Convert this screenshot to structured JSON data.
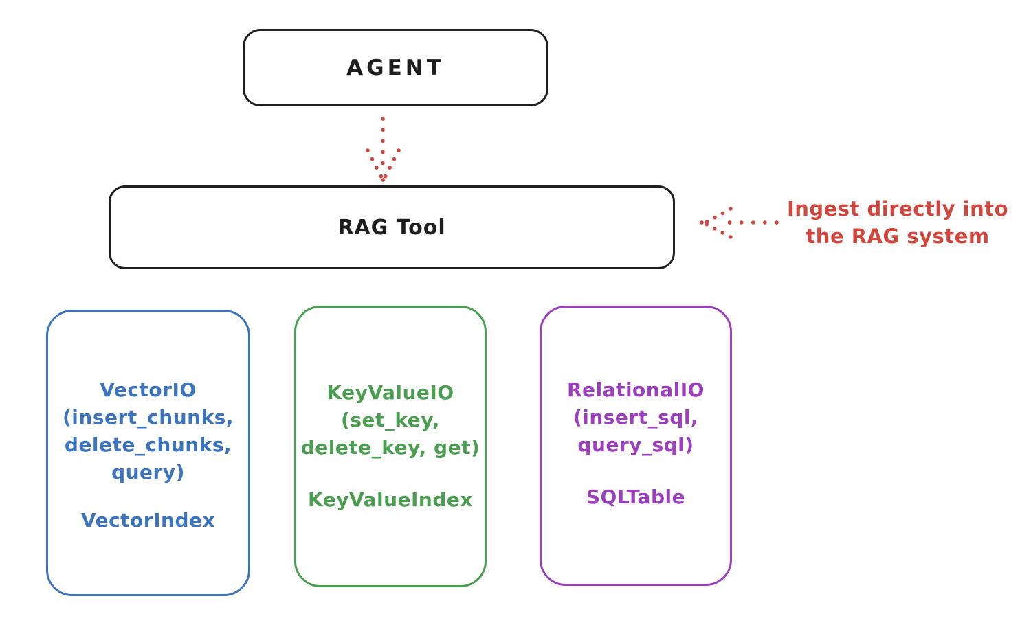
{
  "agent": {
    "label": "AGENT"
  },
  "rag_tool": {
    "label": "RAG Tool"
  },
  "annotation": {
    "line1": "Ingest directly into",
    "line2": "the RAG system"
  },
  "arrows": {
    "agent_to_rag_tool": "red-dotted-down-arrow",
    "ingest_into_rag": "red-dotted-left-arrow"
  },
  "backends": [
    {
      "id": "vector-io",
      "color": "#3b73bd",
      "lines": [
        "VectorIO",
        "(insert_chunks,",
        "delete_chunks,",
        "query)"
      ],
      "index": "VectorIndex"
    },
    {
      "id": "keyvalue-io",
      "color": "#4a9e50",
      "lines": [
        "KeyValueIO",
        "(set_key,",
        "delete_key, get)"
      ],
      "index": "KeyValueIndex"
    },
    {
      "id": "relational-io",
      "color": "#9c3fbd",
      "lines": [
        "RelationalIO",
        "(insert_sql,",
        "query_sql)"
      ],
      "index": "SQLTable"
    }
  ],
  "colors": {
    "stroke_black": "#1e1e1e",
    "accent_red": "#d0453c",
    "vector_blue": "#3b73bd",
    "keyvalue_green": "#4a9e50",
    "relational_purple": "#9c3fbd",
    "background": "#ffffff"
  }
}
